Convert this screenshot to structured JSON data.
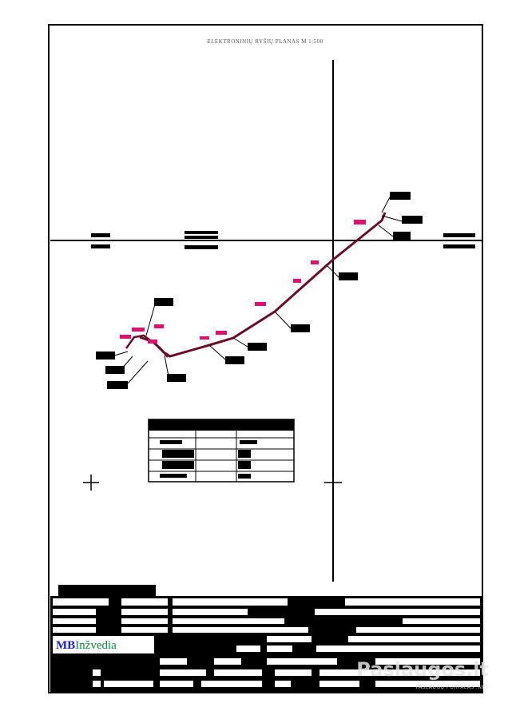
{
  "drawing": {
    "title": "ELEKTRONINIŲ RYŠIŲ PLANAS M 1:500"
  },
  "logo": {
    "brand_bold": "MB",
    "brand_rest": "Inžvedia"
  },
  "watermark": {
    "main": "Paslaugos.lt",
    "sub": "PASLAUGŲ PORTALAS .NET"
  },
  "colors": {
    "route": "#6a0d2a",
    "route_labels": "#e0106e",
    "ink": "#000000",
    "logo_blue": "#1a1acc",
    "logo_green": "#108a3a"
  }
}
